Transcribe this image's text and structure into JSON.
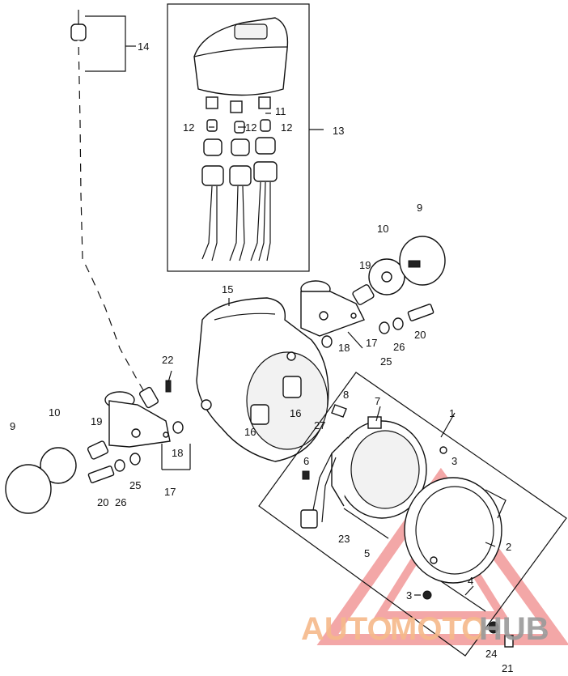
{
  "callouts": [
    {
      "id": "c1",
      "text": "1"
    },
    {
      "id": "c2",
      "text": "2"
    },
    {
      "id": "c3a",
      "text": "3"
    },
    {
      "id": "c3b",
      "text": "3"
    },
    {
      "id": "c4",
      "text": "4"
    },
    {
      "id": "c5",
      "text": "5"
    },
    {
      "id": "c6",
      "text": "6"
    },
    {
      "id": "c7",
      "text": "7"
    },
    {
      "id": "c8",
      "text": "8"
    },
    {
      "id": "c9a",
      "text": "9"
    },
    {
      "id": "c9b",
      "text": "9"
    },
    {
      "id": "c10a",
      "text": "10"
    },
    {
      "id": "c10b",
      "text": "10"
    },
    {
      "id": "c11",
      "text": "11"
    },
    {
      "id": "c12a",
      "text": "12"
    },
    {
      "id": "c12b",
      "text": "12"
    },
    {
      "id": "c12c",
      "text": "12"
    },
    {
      "id": "c13",
      "text": "13"
    },
    {
      "id": "c14",
      "text": "14"
    },
    {
      "id": "c15",
      "text": "15"
    },
    {
      "id": "c16a",
      "text": "16"
    },
    {
      "id": "c16b",
      "text": "16"
    },
    {
      "id": "c17a",
      "text": "17"
    },
    {
      "id": "c17b",
      "text": "17"
    },
    {
      "id": "c18a",
      "text": "18"
    },
    {
      "id": "c18b",
      "text": "18"
    },
    {
      "id": "c19a",
      "text": "19"
    },
    {
      "id": "c19b",
      "text": "19"
    },
    {
      "id": "c20a",
      "text": "20"
    },
    {
      "id": "c20b",
      "text": "20"
    },
    {
      "id": "c21",
      "text": "21"
    },
    {
      "id": "c22",
      "text": "22"
    },
    {
      "id": "c23",
      "text": "23"
    },
    {
      "id": "c24",
      "text": "24"
    },
    {
      "id": "c25a",
      "text": "25"
    },
    {
      "id": "c25b",
      "text": "25"
    },
    {
      "id": "c26a",
      "text": "26"
    },
    {
      "id": "c26b",
      "text": "26"
    },
    {
      "id": "c27",
      "text": "27"
    }
  ],
  "watermark": {
    "part1": "AUTO",
    "part2": "MOTO",
    "part3": "HUB",
    "color_main": "#f6b98a",
    "color_hub": "#9a9a9a",
    "triangle_color": "#f08a8a"
  }
}
